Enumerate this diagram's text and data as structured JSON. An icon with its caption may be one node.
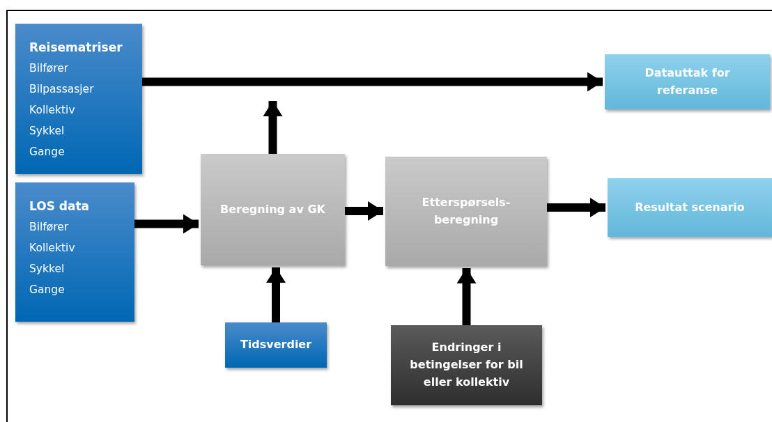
{
  "diagram": {
    "nodes": [
      {
        "text": [
          "Reisematriser",
          "Bilfører",
          "Bilpassasjer",
          "Kollektiv",
          "Sykkel",
          "Gange"
        ]
      },
      {
        "text": [
          "LOS data",
          "Bilfører",
          "Kollektiv",
          "Sykkel",
          "Gange"
        ]
      },
      {
        "text": [
          "Beregning av GK"
        ]
      },
      {
        "text": [
          "Etterspørsels- beregning"
        ]
      },
      {
        "text": [
          "Tidsverdier"
        ]
      },
      {
        "text": [
          "Endringer i betingelser for bil eller kollektiv"
        ]
      },
      {
        "text": [
          "Datauttak for referanse"
        ]
      },
      {
        "text": [
          "Resultat scenario"
        ]
      }
    ],
    "edges": [
      {
        "from": 0,
        "to": 6,
        "arrow": "to"
      },
      {
        "from": 2,
        "to": null,
        "arrow": "to"
      },
      {
        "from": 1,
        "to": 2,
        "arrow": "to"
      },
      {
        "from": 2,
        "to": 3,
        "arrow": "to"
      },
      {
        "from": 3,
        "to": 7,
        "arrow": "to"
      },
      {
        "from": 4,
        "to": 2,
        "arrow": "to"
      },
      {
        "from": 5,
        "to": 3,
        "arrow": "to"
      }
    ]
  }
}
